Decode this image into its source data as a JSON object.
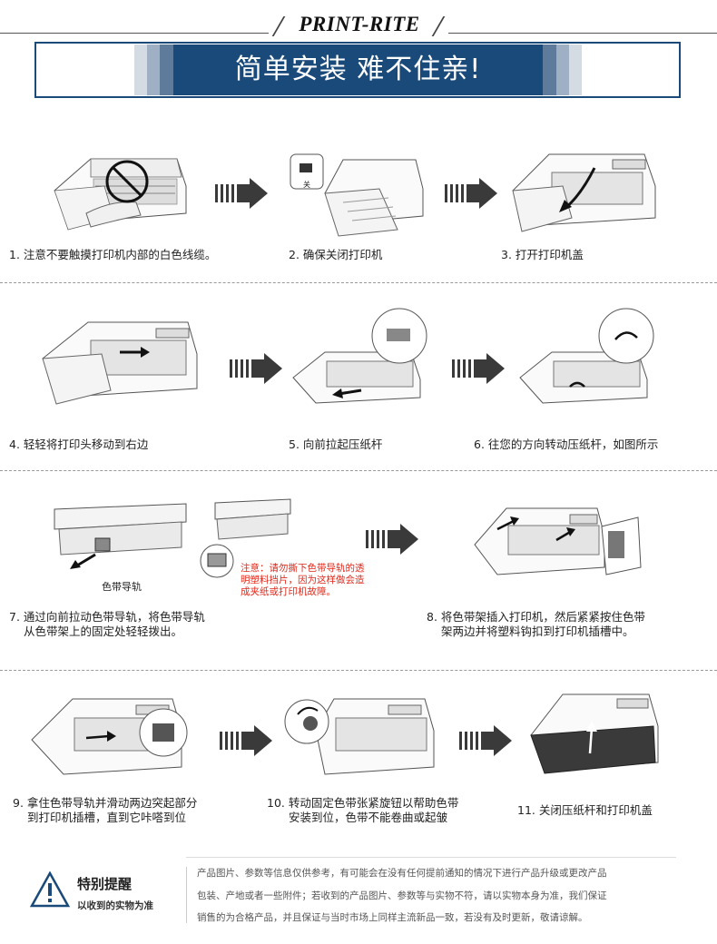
{
  "header": {
    "brand": "PRINT-RITE",
    "banner": "简单安装 难不住亲!"
  },
  "steps": {
    "s1": "1. 注意不要触摸打印机内部的白色线缆。",
    "s2": "2. 确保关闭打印机",
    "s3": "3. 打开打印机盖",
    "s4": "4. 轻轻将打印头移动到右边",
    "s5": "5. 向前拉起压纸杆",
    "s6": "6. 往您的方向转动压纸杆，如图所示",
    "s7_line1": "7. 通过向前拉动色带导轨，将色带导轨",
    "s7_line2": "从色带架上的固定处轻轻拨出。",
    "s8_line1": "8. 将色带架插入打印机，然后紧紧按住色带",
    "s8_line2": "架两边并将塑料钩扣到打印机插槽中。",
    "s9_line1": "9. 拿住色带导轨并滑动两边突起部分",
    "s9_line2": "到打印机插槽，直到它咔嗒到位",
    "s10_line1": "10. 转动固定色带张紧旋钮以帮助色带",
    "s10_line2": "安装到位，色带不能卷曲或起皱",
    "s11": "11. 关闭压纸杆和打印机盖"
  },
  "labels": {
    "ribbon_guide": "色带导轨",
    "warning_line1": "注意：请勿撕下色带导轨的透",
    "warning_line2": "明塑料挡片，因为这样做会造",
    "warning_line3": "成夹纸或打印机故障。",
    "switch_label": "关"
  },
  "footer": {
    "title": "特别提醒",
    "subtitle": "以收到的实物为准",
    "line1": "产品图片、参数等信息仅供参考，有可能会在没有任何提前通知的情况下进行产品升级或更改产品",
    "line2": "包装、产地或者一些附件；若收到的产品图片、参数等与实物不符，请以实物本身为准，我们保证",
    "line3": "销售的为合格产品，并且保证与当时市场上同样主流新品一致，若没有及时更新，敬请谅解。"
  },
  "colors": {
    "banner_blue": "#1a4a7a",
    "warning_red": "#e0281a",
    "arrow_dark": "#3a3a3a"
  },
  "icons": [
    "printer-illustration",
    "right-arrow-icon",
    "warning-triangle-icon",
    "knob-icon"
  ]
}
